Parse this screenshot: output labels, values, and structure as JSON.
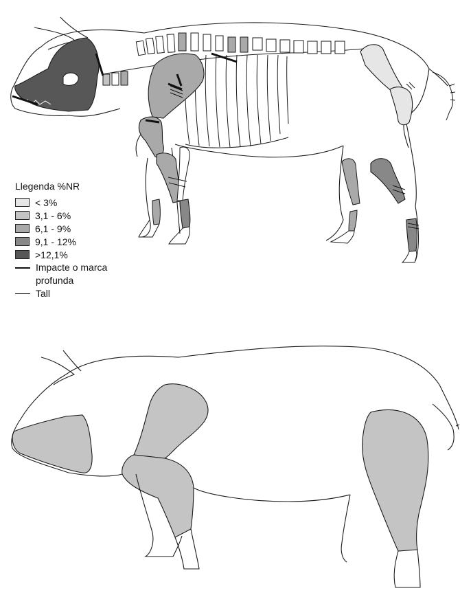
{
  "legend": {
    "title": "Llegenda %NR",
    "classes": [
      {
        "label": "< 3%",
        "color": "#e6e6e6"
      },
      {
        "label": "3,1 - 6%",
        "color": "#c4c4c4"
      },
      {
        "label": "6,1 - 9%",
        "color": "#a9a9a9"
      },
      {
        "label": "9,1 - 12%",
        "color": "#888888"
      },
      {
        "label": ">12,1%",
        "color": "#575757"
      }
    ],
    "thick_line_label": "Impacte o marca profunda",
    "thin_line_label": "Tall"
  },
  "highlight_color": "#c4c4c4",
  "upper_diagram": {
    "region_classes": {
      "skull": ">12,1%",
      "scapula": "6,1 - 9%",
      "humerus": "6,1 - 9%",
      "radius_ulna": "6,1 - 9%",
      "femur": "< 3%",
      "tibia": "9,1 - 12%",
      "pelvis": "< 3%",
      "vertebrae": "6,1 - 9%"
    }
  },
  "lower_diagram": {
    "highlighted_regions": [
      "head",
      "shoulder",
      "forelimb",
      "ham"
    ]
  }
}
